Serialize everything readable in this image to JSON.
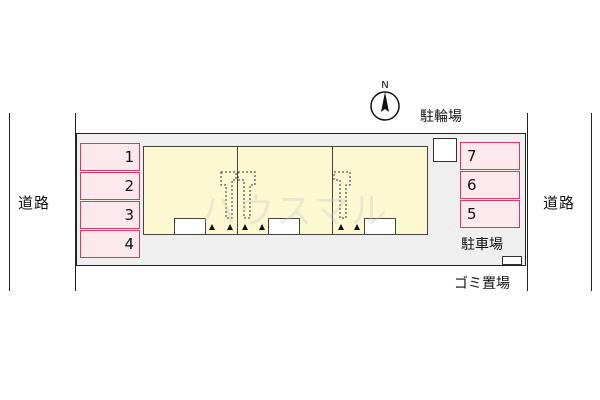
{
  "map": {
    "compass_label": "N",
    "road_left": "道路",
    "road_right": "道路",
    "bicycle_parking": "駐輪場",
    "car_parking": "駐車場",
    "garbage_area": "ゴミ置場",
    "watermark": "ハウスマル",
    "parking_left": [
      "1",
      "2",
      "3",
      "4"
    ],
    "parking_right": [
      "7",
      "6",
      "5"
    ],
    "colors": {
      "parking_fill": "#fde8ee",
      "parking_border": "#d9395e",
      "building_fill": "#fbf8d2",
      "site_fill": "#efefef"
    }
  }
}
